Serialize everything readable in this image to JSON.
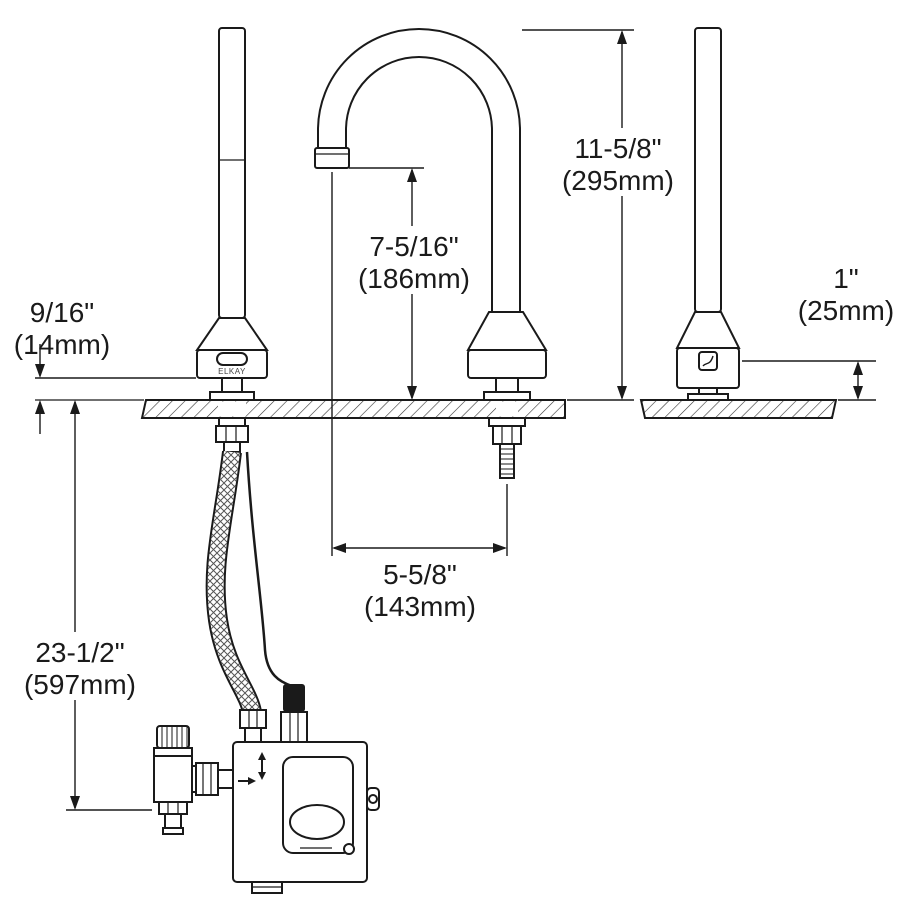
{
  "drawing": {
    "title": "faucet-installation-dimension-diagram",
    "brand_label": "ELKAY",
    "colors": {
      "line": "#1a1a1a",
      "background": "#ffffff"
    },
    "dimensions": {
      "overall_height": {
        "inches": "11-5/8\"",
        "metric": "(295mm)"
      },
      "spout_outlet_height": {
        "inches": "7-5/16\"",
        "metric": "(186mm)"
      },
      "trim_ring_height": {
        "inches": "9/16\"",
        "metric": "(14mm)"
      },
      "below_deck_depth": {
        "inches": "23-1/2\"",
        "metric": "(597mm)"
      },
      "spout_reach": {
        "inches": "5-5/8\"",
        "metric": "(143mm)"
      },
      "sensor_height": {
        "inches": "1\"",
        "metric": "(25mm)"
      }
    }
  }
}
